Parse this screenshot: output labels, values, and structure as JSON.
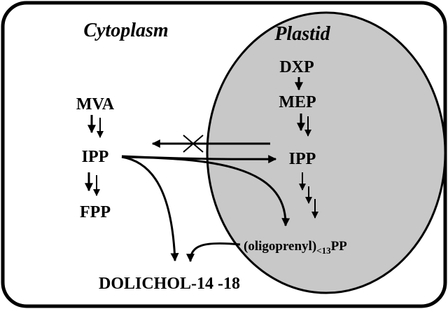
{
  "regions": {
    "cytoplasm": "Cytoplasm",
    "plastid": "Plastid"
  },
  "nodes": {
    "mva": "MVA",
    "ipp_cyto": "IPP",
    "fpp": "FPP",
    "dxp": "DXP",
    "mep": "MEP",
    "ipp_plastid": "IPP",
    "oligoprenyl": "(oligoprenyl)",
    "oligoprenyl_subscript": "<13",
    "oligoprenyl_suffix": "PP",
    "dolichol": "DOLICHOL-14 -18"
  },
  "colors": {
    "plastid_fill": "#c8c8c8",
    "stroke": "#000000",
    "background": "#ffffff"
  }
}
